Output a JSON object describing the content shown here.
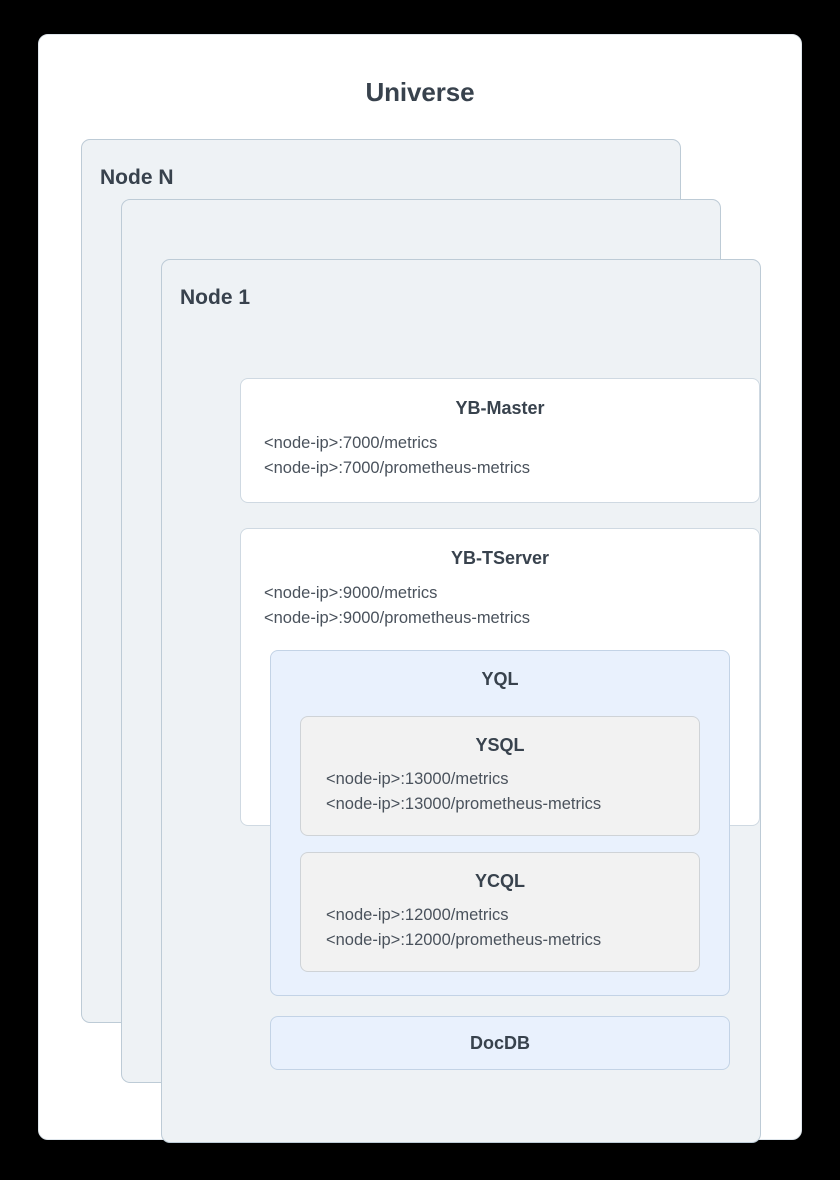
{
  "diagram": {
    "title": "Universe",
    "colors": {
      "page_background": "#000000",
      "card_background": "#ffffff",
      "node_background": "#eef2f5",
      "node_border": "#bdcbd6",
      "yql_background": "#e9f1fd",
      "yql_border": "#c3d3e6",
      "child_background": "#f2f2f2",
      "child_border": "#cfd3d7",
      "heading_text": "#38424d",
      "body_text": "#4a525c"
    },
    "nodes": [
      {
        "label": "Node N"
      },
      {
        "label": "..."
      },
      {
        "label": "Node 1"
      }
    ],
    "components": {
      "yb_master": {
        "title": "YB-Master",
        "endpoints": [
          "<node-ip>:7000/metrics",
          "<node-ip>:7000/prometheus-metrics"
        ]
      },
      "yb_tserver": {
        "title": "YB-TServer",
        "endpoints": [
          "<node-ip>:9000/metrics",
          "<node-ip>:9000/prometheus-metrics"
        ]
      },
      "yql": {
        "title": "YQL",
        "children": [
          {
            "title": "YSQL",
            "endpoints": [
              "<node-ip>:13000/metrics",
              "<node-ip>:13000/prometheus-metrics"
            ]
          },
          {
            "title": "YCQL",
            "endpoints": [
              "<node-ip>:12000/metrics",
              "<node-ip>:12000/prometheus-metrics"
            ]
          }
        ]
      },
      "docdb": {
        "title": "DocDB"
      }
    }
  }
}
